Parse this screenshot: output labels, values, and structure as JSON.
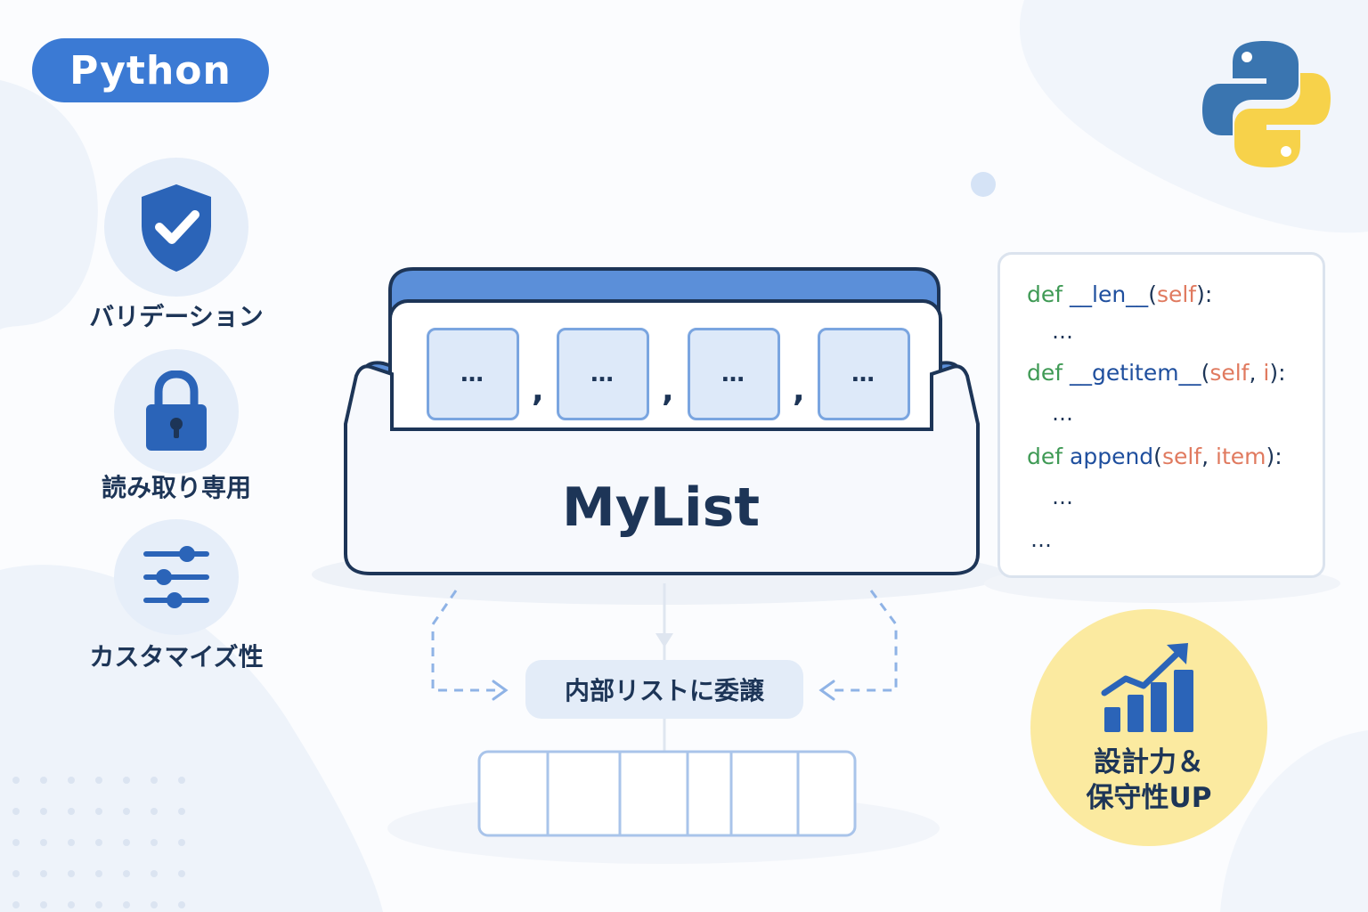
{
  "badge": {
    "label": "Python"
  },
  "features": [
    {
      "icon": "shield-check-icon",
      "label": "バリデーション"
    },
    {
      "icon": "lock-icon",
      "label": "読み取り専用"
    },
    {
      "icon": "sliders-icon",
      "label": "カスタマイズ性"
    }
  ],
  "mylist": {
    "label": "MyList",
    "slots": [
      "…",
      "…",
      "…",
      "…"
    ],
    "separator": ","
  },
  "delegate": {
    "label": "内部リストに委譲"
  },
  "code": {
    "lines": [
      {
        "kw": "def",
        "name": "__len__",
        "open": "(",
        "params": [
          "self"
        ],
        "close": "):"
      },
      {
        "kw": "def",
        "name": "__getitem__",
        "open": "(",
        "params": [
          "self",
          "i"
        ],
        "close": "):"
      },
      {
        "kw": "def",
        "name": "append",
        "open": "(",
        "params": [
          "self",
          "item"
        ],
        "close": "):"
      }
    ],
    "ellipsis": "…"
  },
  "benefit": {
    "line1": "設計力＆",
    "line2": "保守性UP",
    "icon": "growth-chart-icon"
  },
  "logo": {
    "icon": "python-logo-icon"
  },
  "colors": {
    "accent": "#3b7ad4",
    "navy": "#1d3557",
    "keyword": "#3f9a55",
    "param": "#e07a5f",
    "yellow": "#fbeaa0"
  }
}
